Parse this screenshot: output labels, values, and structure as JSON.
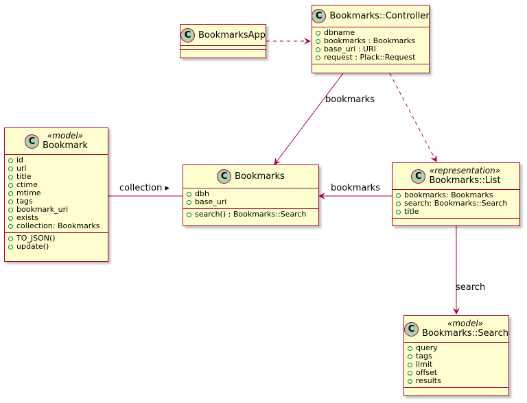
{
  "classes": {
    "app": {
      "badge": "C",
      "name": "BookmarksApp"
    },
    "controller": {
      "badge": "C",
      "name": "Bookmarks::Controller",
      "attributes": [
        "dbname",
        "bookmarks : Bookmarks",
        "base_uri : URI",
        "request : Plack::Request"
      ]
    },
    "bookmark": {
      "badge": "C",
      "stereotype": "«model»",
      "name": "Bookmark",
      "attributes": [
        "id",
        "uri",
        "title",
        "ctime",
        "mtime",
        "tags",
        "bookmark_uri",
        "exists",
        "collection: Bookmarks"
      ],
      "methods": [
        "TO_JSON()",
        "update()"
      ]
    },
    "bookmarks": {
      "badge": "C",
      "name": "Bookmarks",
      "attributes": [
        "dbh",
        "base_uri"
      ],
      "methods": [
        "search() : Bookmarks::Search"
      ]
    },
    "list": {
      "badge": "C",
      "stereotype": "«representation»",
      "name": "Bookmarks::List",
      "attributes": [
        "bookmarks: Bookmarks",
        "search: Bookmarks::Search",
        "title"
      ]
    },
    "search": {
      "badge": "C",
      "stereotype": "«model»",
      "name": "Bookmarks::Search",
      "attributes": [
        "query",
        "tags",
        "limit",
        "offset",
        "results"
      ]
    }
  },
  "edges": {
    "controller_bookmarks": "bookmarks",
    "bookmark_collection": "collection ▸",
    "list_bookmarks": "bookmarks",
    "list_search": "search"
  },
  "colors": {
    "border": "#A80036",
    "fill": "#FEFECE",
    "badge": "#ADD1B2",
    "visibility": "#038048"
  }
}
